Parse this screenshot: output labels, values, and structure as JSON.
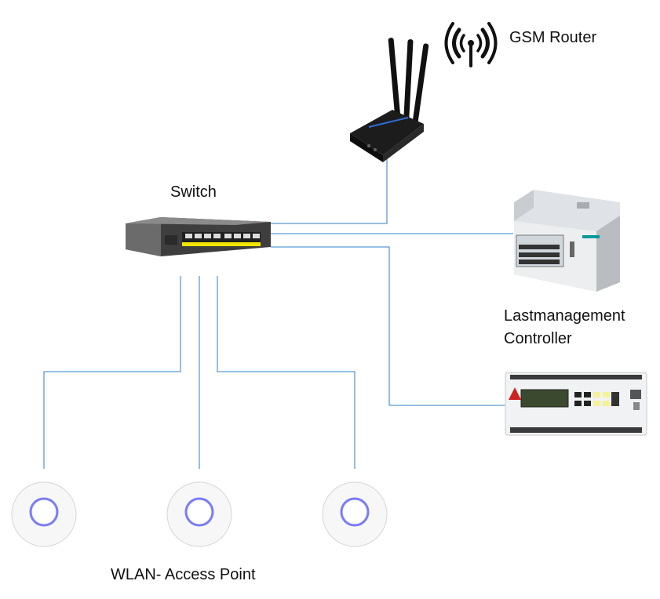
{
  "diagram": {
    "labels": {
      "router": "GSM Router",
      "switch": "Switch",
      "lastmanagement_line1": "Lastmanagement",
      "lastmanagement_line2": "Controller",
      "wlan": "WLAN- Access Point"
    },
    "colors": {
      "connection": "#5b9bd5",
      "switch_body": "#4a4a4a",
      "switch_ports": "#f2e600",
      "router_body": "#1c1c1c",
      "router_accent": "#2f6fd6",
      "meter_body": "#dfe2e6",
      "meter_accent": "#009999",
      "ap_ring": "#7a7cf5"
    },
    "icons": {
      "signal": "wireless-signal-icon"
    }
  }
}
